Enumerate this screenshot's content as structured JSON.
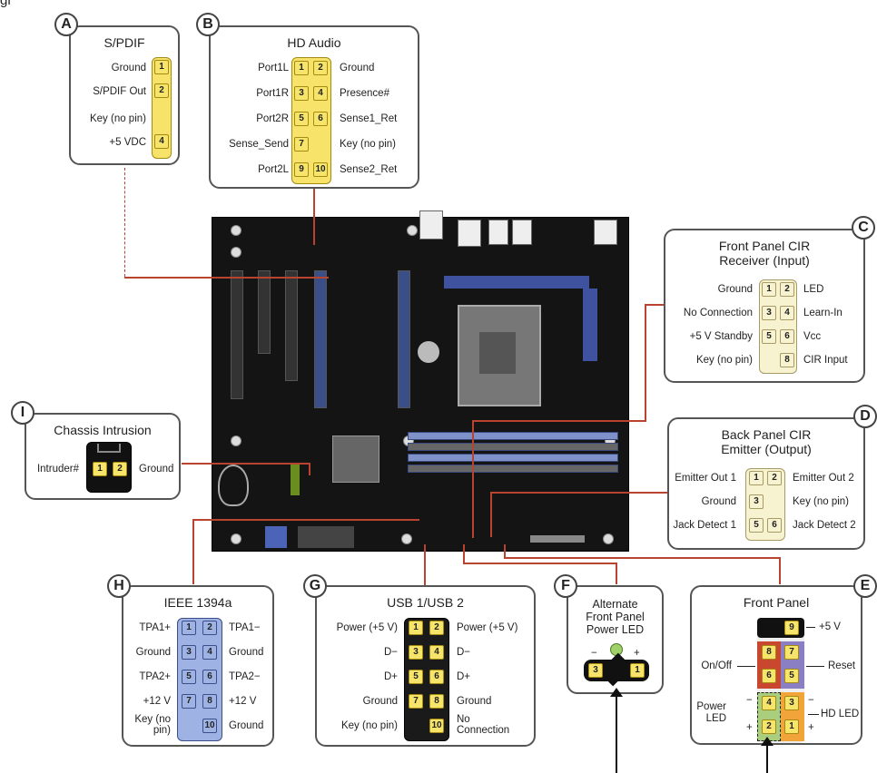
{
  "top_fragment": "gr",
  "A": {
    "letter": "A",
    "title": "S/PDIF",
    "rows": [
      {
        "left": "Ground",
        "pin": "1"
      },
      {
        "left": "S/PDIF Out",
        "pin": "2"
      },
      {
        "left": "Key (no pin)",
        "pin": ""
      },
      {
        "left": "+5 VDC",
        "pin": "4"
      }
    ]
  },
  "B": {
    "letter": "B",
    "title": "HD Audio",
    "rows": [
      {
        "left": "Port1L",
        "p1": "1",
        "p2": "2",
        "right": "Ground"
      },
      {
        "left": "Port1R",
        "p1": "3",
        "p2": "4",
        "right": "Presence#"
      },
      {
        "left": "Port2R",
        "p1": "5",
        "p2": "6",
        "right": "Sense1_Ret"
      },
      {
        "left": "Sense_Send",
        "p1": "7",
        "p2": "",
        "right": "Key (no pin)"
      },
      {
        "left": "Port2L",
        "p1": "9",
        "p2": "10",
        "right": "Sense2_Ret"
      }
    ]
  },
  "C": {
    "letter": "C",
    "title_line1": "Front Panel CIR",
    "title_line2": "Receiver (Input)",
    "rows": [
      {
        "left": "Ground",
        "p1": "1",
        "p2": "2",
        "right": "LED"
      },
      {
        "left": "No Connection",
        "p1": "3",
        "p2": "4",
        "right": "Learn-In"
      },
      {
        "left": "+5 V Standby",
        "p1": "5",
        "p2": "6",
        "right": "Vcc"
      },
      {
        "left": "Key (no pin)",
        "p1": "",
        "p2": "8",
        "right": "CIR Input"
      }
    ]
  },
  "D": {
    "letter": "D",
    "title_line1": "Back Panel CIR",
    "title_line2": "Emitter (Output)",
    "rows": [
      {
        "left": "Emitter Out 1",
        "p1": "1",
        "p2": "2",
        "right": "Emitter Out 2"
      },
      {
        "left": "Ground",
        "p1": "3",
        "p2": "",
        "right": "Key (no pin)"
      },
      {
        "left": "Jack Detect 1",
        "p1": "5",
        "p2": "6",
        "right": "Jack Detect 2"
      }
    ]
  },
  "E": {
    "letter": "E",
    "title": "Front Panel",
    "plus5": "+5 V",
    "onoff": "On/Off",
    "reset": "Reset",
    "power_led": "Power LED",
    "hd_led": "HD LED",
    "minus": "−",
    "plus": "+",
    "pins": [
      "9",
      "8",
      "7",
      "6",
      "5",
      "4",
      "3",
      "2",
      "1"
    ]
  },
  "F": {
    "letter": "F",
    "line1": "Alternate",
    "line2": "Front Panel",
    "line3": "Power LED",
    "minus": "−",
    "plus": "+",
    "p_left": "3",
    "p_right": "1"
  },
  "G": {
    "letter": "G",
    "title": "USB 1/USB 2",
    "rows": [
      {
        "left": "Power (+5 V)",
        "p1": "1",
        "p2": "2",
        "right": "Power (+5 V)"
      },
      {
        "left": "D−",
        "p1": "3",
        "p2": "4",
        "right": "D−"
      },
      {
        "left": "D+",
        "p1": "5",
        "p2": "6",
        "right": "D+"
      },
      {
        "left": "Ground",
        "p1": "7",
        "p2": "8",
        "right": "Ground"
      },
      {
        "left": "Key (no pin)",
        "p1": "",
        "p2": "10",
        "right": "No Connection"
      }
    ]
  },
  "H": {
    "letter": "H",
    "title": "IEEE 1394a",
    "rows": [
      {
        "left": "TPA1+",
        "p1": "1",
        "p2": "2",
        "right": "TPA1−"
      },
      {
        "left": "Ground",
        "p1": "3",
        "p2": "4",
        "right": "Ground"
      },
      {
        "left": "TPA2+",
        "p1": "5",
        "p2": "6",
        "right": "TPA2−"
      },
      {
        "left": "+12 V",
        "p1": "7",
        "p2": "8",
        "right": "+12 V"
      },
      {
        "left": "Key (no pin)",
        "p1": "",
        "p2": "10",
        "right": "Ground"
      }
    ]
  },
  "I": {
    "letter": "I",
    "title": "Chassis Intrusion",
    "left": "Intruder#",
    "p1": "1",
    "p2": "2",
    "right": "Ground"
  }
}
